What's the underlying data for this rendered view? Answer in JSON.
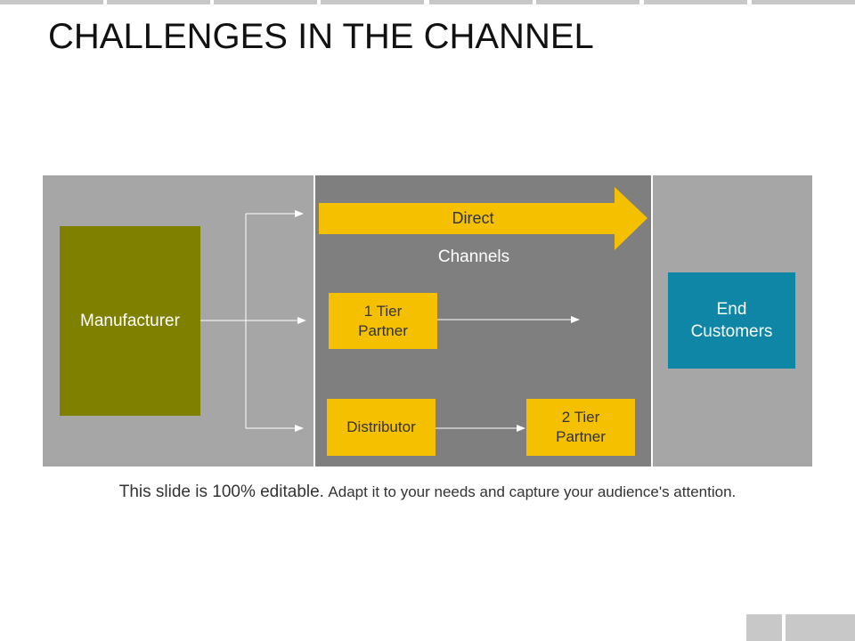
{
  "slide": {
    "title": "CHALLENGES IN THE CHANNEL",
    "caption_lead": "This slide is 100% editable.",
    "caption_rest": "Adapt it to your needs and capture your audience's attention."
  },
  "diagram": {
    "manufacturer": "Manufacturer",
    "direct": "Direct",
    "channels": "Channels",
    "tier1_partner": "1 Tier Partner",
    "distributor": "Distributor",
    "tier2_partner": "2 Tier Partner",
    "end_customers": "End Customers"
  },
  "colors": {
    "panel_light": "#a6a6a6",
    "panel_dark": "#7f7f7f",
    "manufacturer": "#808000",
    "partner_yellow": "#f5c000",
    "end_customers": "#0f86a6"
  }
}
